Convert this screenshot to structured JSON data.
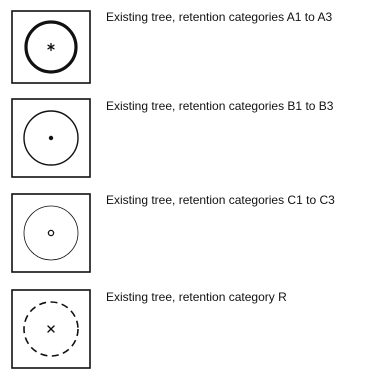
{
  "legend": {
    "items": [
      {
        "label": "Existing tree, retention categories A1 to A3",
        "symbol": "thick-circle-with-asterisk-center-icon",
        "outline": "thick solid"
      },
      {
        "label": "Existing tree, retention categories B1 to B3",
        "symbol": "medium-circle-with-dot-center-icon",
        "outline": "medium solid"
      },
      {
        "label": "Existing tree, retention categories C1 to C3",
        "symbol": "thin-circle-with-ring-center-icon",
        "outline": "thin solid"
      },
      {
        "label": "Existing tree, retention category R",
        "symbol": "dashed-circle-with-cross-center-icon",
        "outline": "dashed"
      }
    ]
  },
  "colors": {
    "ink": "#111111",
    "background": "#ffffff"
  }
}
